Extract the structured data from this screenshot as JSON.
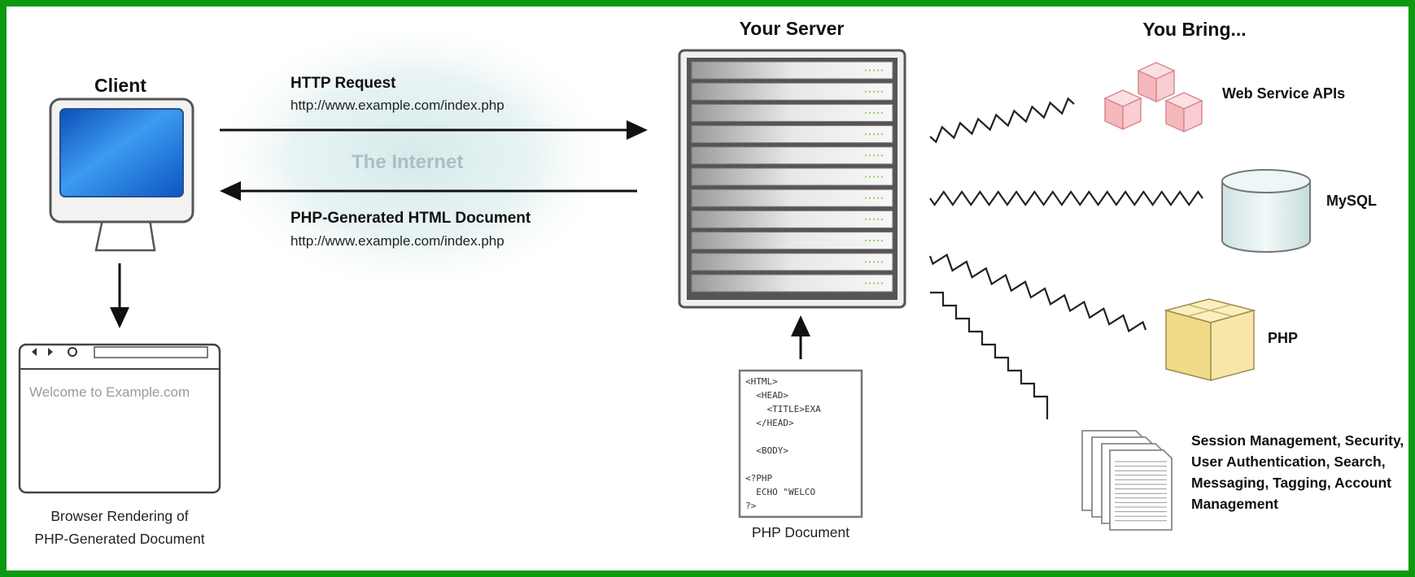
{
  "client": {
    "title": "Client"
  },
  "request": {
    "title": "HTTP Request",
    "url": "http://www.example.com/index.php"
  },
  "internet": {
    "label": "The Internet"
  },
  "response": {
    "title": "PHP-Generated HTML Document",
    "url": "http://www.example.com/index.php"
  },
  "server": {
    "title": "Your Server"
  },
  "you_bring": {
    "title": "You Bring...",
    "items": [
      {
        "label": "Web Service APIs"
      },
      {
        "label": "MySQL"
      },
      {
        "label": "PHP"
      },
      {
        "label": "Session Management, Security, User Authentication, Search, Messaging, Tagging, Account Management"
      }
    ]
  },
  "browser": {
    "welcome_text": "Welcome to Example.com",
    "caption_line1": "Browser Rendering of",
    "caption_line2": "PHP-Generated Document"
  },
  "php_document": {
    "caption": "PHP Document",
    "code_lines": [
      "<HTML>",
      "  <HEAD>",
      "    <TITLE>EXA",
      "  </HEAD>",
      "",
      "  <BODY>",
      "",
      "<?PHP",
      "  ECHO \"WELCO",
      "?>"
    ]
  },
  "colors": {
    "border": "#0c9a10",
    "monitor_screen": "#1f6fd6",
    "cubes": "#f6c4c8",
    "php_box": "#f6e6a6",
    "cylinder": "#e6f2f2",
    "cloud": "#dcecec"
  }
}
